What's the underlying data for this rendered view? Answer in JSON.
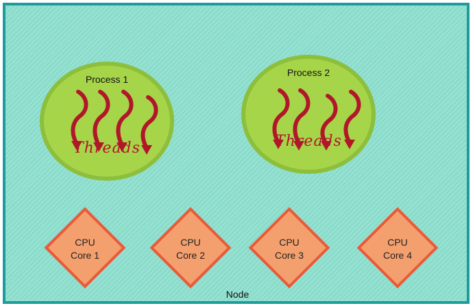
{
  "node": {
    "label": "Node"
  },
  "processes": [
    {
      "title": "Process 1",
      "threads_label": "Threads"
    },
    {
      "title": "Process 2",
      "threads_label": "Threads"
    }
  ],
  "cores": [
    {
      "line1": "CPU",
      "line2": "Core 1"
    },
    {
      "line1": "CPU",
      "line2": "Core 2"
    },
    {
      "line1": "CPU",
      "line2": "Core 3"
    },
    {
      "line1": "CPU",
      "line2": "Core 4"
    }
  ],
  "colors": {
    "node_border": "#1c9c9a",
    "node_fill": "#93e2d2",
    "process_fill": "#a7d54a",
    "thread_arrow": "#b0182a",
    "core_fill": "#f4a06e",
    "core_border": "#e85a3a"
  }
}
